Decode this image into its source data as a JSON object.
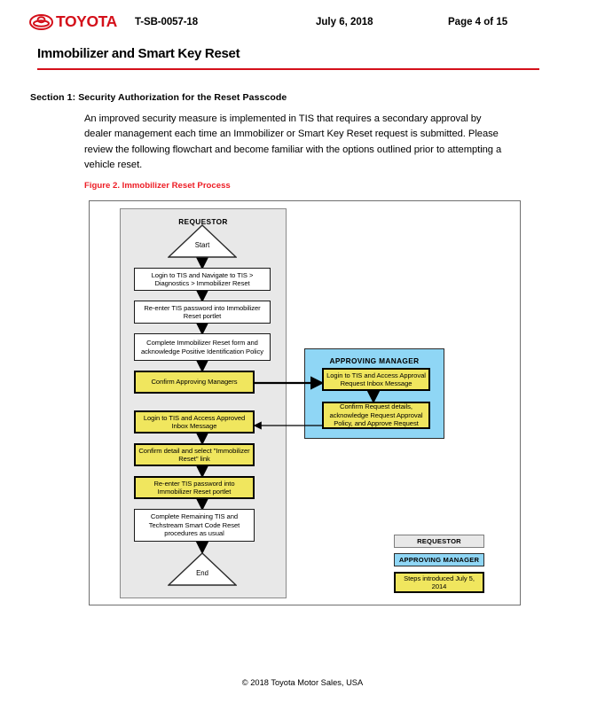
{
  "header": {
    "logo_text": "TOYOTA",
    "logo_icon": "toyota-emblem-icon",
    "document_number": "T-SB-0057-18",
    "date": "July 6, 2018",
    "page_indicator": "Page 4 of 15",
    "brand_color": "#D4101A"
  },
  "title": "Immobilizer and Smart Key Reset",
  "section": {
    "heading": "Section 1: Security Authorization for the Reset Passcode",
    "paragraph": "An improved security measure is implemented in TIS that requires a secondary approval by dealer management each time an Immobilizer or Smart Key Reset request is submitted. Please review the following flowchart and become familiar with the options outlined prior to attempting a vehicle reset."
  },
  "figure": {
    "caption": "Figure 2. Immobilizer Reset Process",
    "caption_color": "#ED1C24",
    "lanes": {
      "requestor": {
        "title": "REQUESTOR",
        "fill": "#e8e8e8"
      },
      "manager": {
        "title": "APPROVING MANAGER",
        "fill": "#8FD6F5"
      }
    },
    "nodes": {
      "start": "Start",
      "end": "End",
      "r1": "Login to TIS and Navigate to TIS > Diagnostics > Immobilizer Reset",
      "r2": "Re-enter TIS password into Immobilizer Reset portlet",
      "r3": "Complete Immobilizer Reset form and acknowledge Positive Identification Policy",
      "r4": "Confirm Approving Managers",
      "r5": "Login to TIS and Access Approved Inbox Message",
      "r6": "Confirm detail and select \"Immobilizer Reset\" link",
      "r7": "Re-enter TIS password into Immobilizer Reset portlet",
      "r8": "Complete Remaining TIS and Techstream Smart Code Reset procedures as usual",
      "m1": "Login to TIS and Access Approval Request Inbox Message",
      "m2": "Confirm Request details, acknowledge Request Approval Policy, and Approve Request"
    },
    "legend": {
      "requestor": "REQUESTOR",
      "manager": "APPROVING MANAGER",
      "steps": "Steps introduced July 5, 2014"
    },
    "colors": {
      "highlight_yellow": "#F0E65E",
      "manager_blue": "#8FD6F5",
      "requestor_gray": "#e8e8e8"
    }
  },
  "footer": "© 2018 Toyota Motor Sales, USA"
}
